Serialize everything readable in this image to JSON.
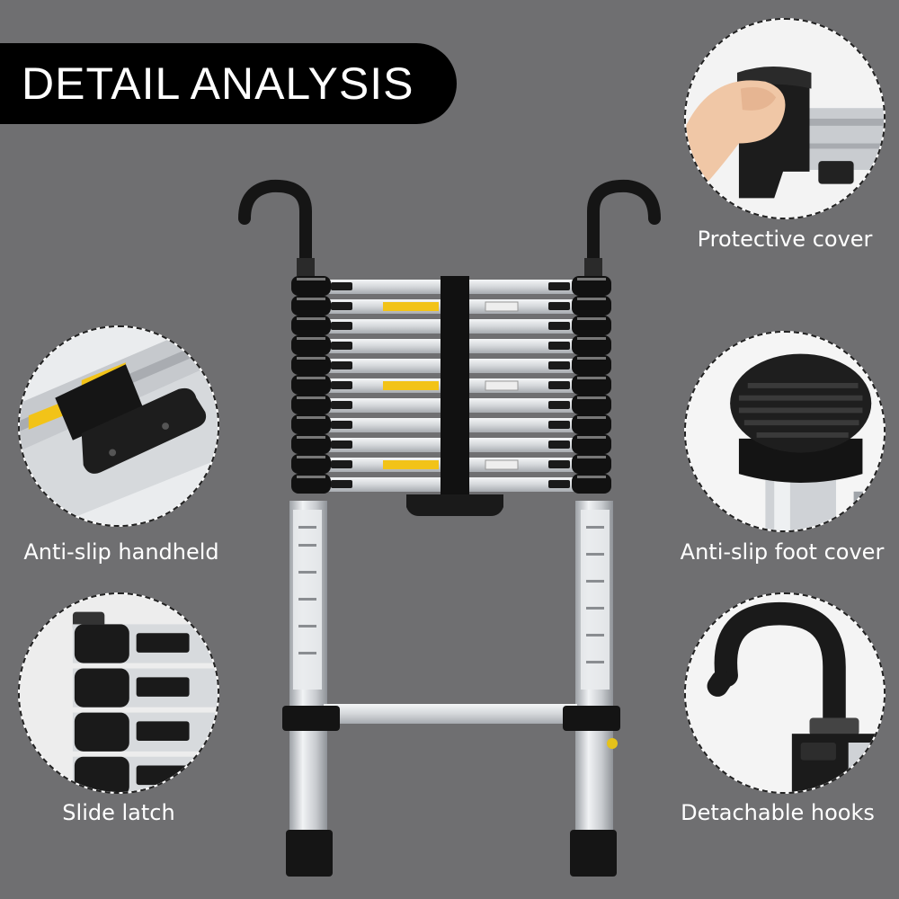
{
  "banner": {
    "title": "DETAIL ANALYSIS"
  },
  "features": [
    {
      "id": "protective-cover",
      "label": "Protective cover",
      "icon": "protective-cover-icon"
    },
    {
      "id": "anti-slip-handheld",
      "label": "Anti-slip handheld",
      "icon": "handheld-strap-icon"
    },
    {
      "id": "anti-slip-foot-cover",
      "label": "Anti-slip foot cover",
      "icon": "rubber-foot-icon"
    },
    {
      "id": "slide-latch",
      "label": "Slide latch",
      "icon": "slide-latch-icon"
    },
    {
      "id": "detachable-hooks",
      "label": "Detachable hooks",
      "icon": "hook-icon"
    }
  ],
  "colors": {
    "background": "#6f6f71",
    "banner": "#000000",
    "text": "#ffffff",
    "aluminium": "#d9dcdf",
    "rubber": "#1a1a1a",
    "warning": "#f2c318"
  }
}
